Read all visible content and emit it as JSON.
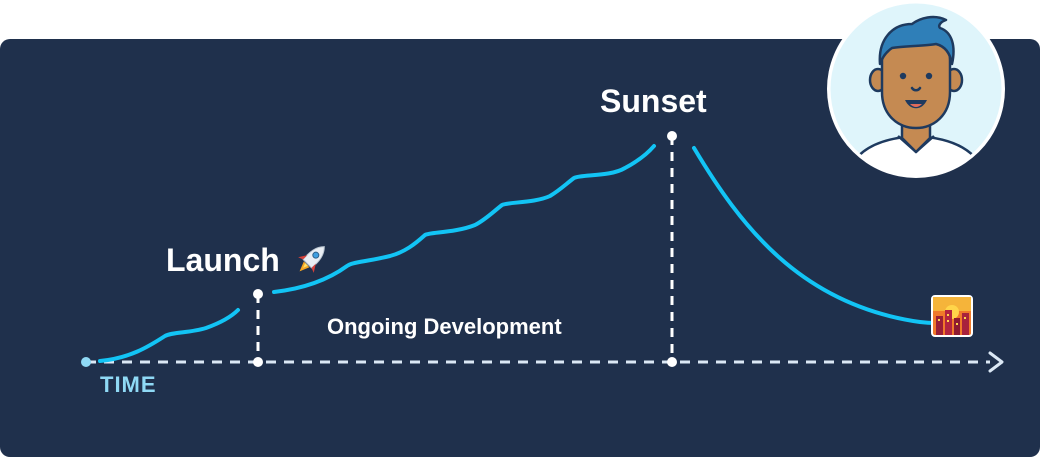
{
  "labels": {
    "launch": "Launch",
    "sunset": "Sunset",
    "ongoing": "Ongoing Development",
    "time": "TIME"
  },
  "colors": {
    "panel": "#1f304c",
    "curve": "#12c4f5",
    "axis": "#dbe8f5",
    "time_label": "#8fd9f5",
    "text": "#ffffff",
    "avatar_bg": "#dff5fb"
  },
  "icons": {
    "launch": "rocket-icon",
    "end": "sunset-city-icon",
    "person": "avatar"
  }
}
